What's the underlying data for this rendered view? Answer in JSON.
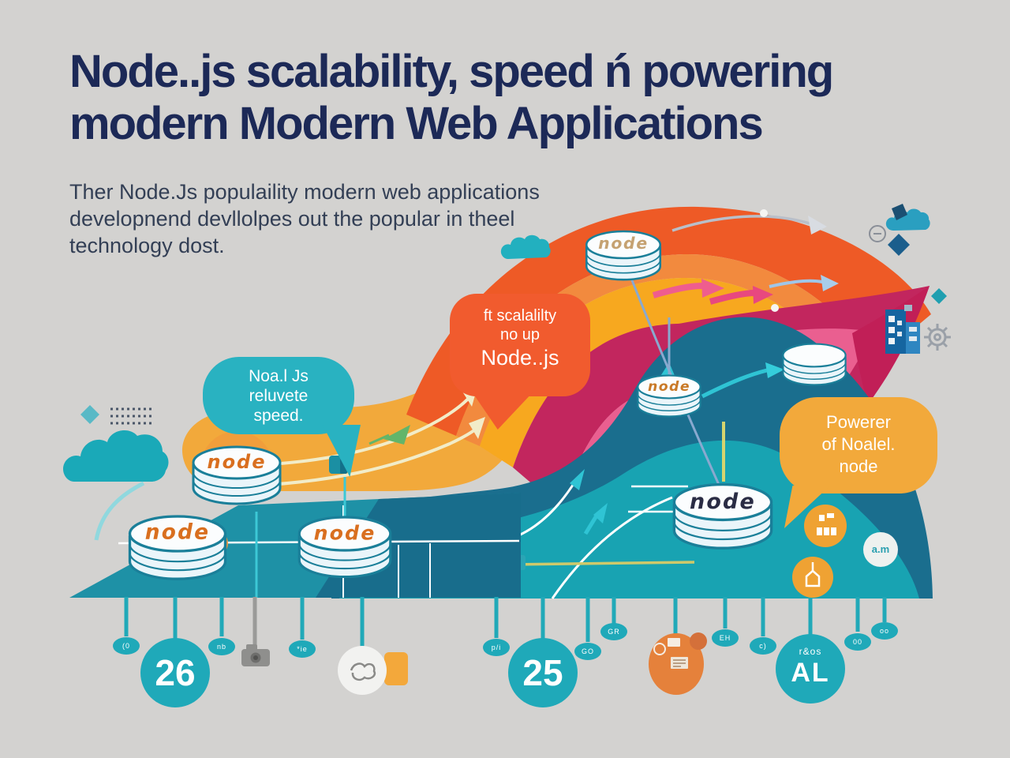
{
  "header": {
    "title_line1": "Node..js scalability, speed ń powering",
    "title_line2": "modern Modern Web Applications",
    "subtitle_line1": "Ther Node.Js populaility modern web applications",
    "subtitle_line2": "developnend devllolpes out the popular in theel",
    "subtitle_line3": "technology dost."
  },
  "bubbles": {
    "teal": {
      "line1": "Noa.l Js",
      "line2": "reluvete",
      "line3": "speed."
    },
    "orange": {
      "line1": "ft scalalilty",
      "line2": "no up",
      "line3": "Node..js"
    },
    "yellow": {
      "line1": "Powerer",
      "line2": "of Noalel.",
      "line3": "node"
    }
  },
  "cylinders": [
    {
      "label": "node"
    },
    {
      "label": "node"
    },
    {
      "label": "node"
    },
    {
      "label": "node"
    },
    {
      "label": "node"
    },
    {
      "label": "node"
    },
    {
      "label": ""
    }
  ],
  "timeline": {
    "big_circles": [
      {
        "value": "26"
      },
      {
        "value": "25"
      },
      {
        "sub": "r&os",
        "value": "AL"
      }
    ],
    "mini_bubbles": [
      {
        "t": "(0"
      },
      {
        "t": "nb"
      },
      {
        "t": "*ie"
      },
      {
        "t": "p/i"
      },
      {
        "t": "GO"
      },
      {
        "t": "GR"
      },
      {
        "t": "EH"
      },
      {
        "t": "c)"
      },
      {
        "t": "00"
      },
      {
        "t": "oo"
      }
    ]
  },
  "badges": {
    "white_badge": "a.m"
  },
  "colors": {
    "background": "#d3d2d0",
    "navy": "#1c2957",
    "teal": "#1fa9b9",
    "dark_teal_wave": "#1a6e8e",
    "turquoise": "#18a3b2",
    "orange_arc": "#ee5a26",
    "yellow_arc": "#f7a81f",
    "magenta": "#c2265e",
    "pink": "#ea5f90",
    "crimson": "#c11f57",
    "bubble_orange": "#f15b2e",
    "bubble_yellow": "#f2a93b",
    "olive_line": "#cfc96a"
  }
}
